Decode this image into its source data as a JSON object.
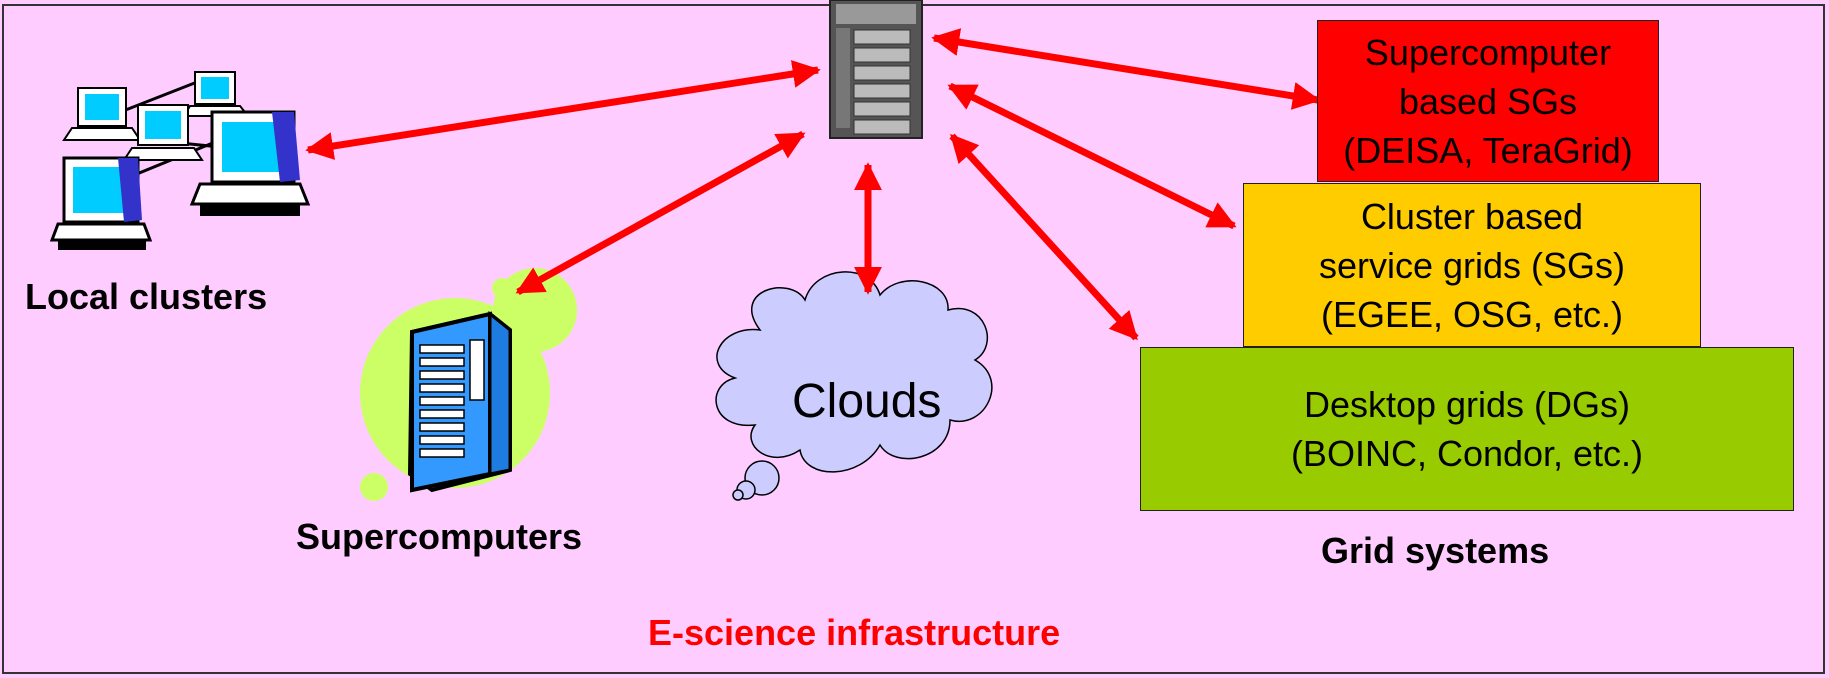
{
  "nodes": {
    "local_clusters": "Local clusters",
    "supercomputers": "Supercomputers",
    "clouds": "Clouds",
    "grid_systems": "Grid systems"
  },
  "grid_boxes": {
    "supercomputer_sgs": [
      "Supercomputer",
      "based SGs",
      "(DEISA, TeraGrid)"
    ],
    "cluster_sgs": [
      "Cluster based",
      "service grids (SGs)",
      "(EGEE, OSG, etc.)"
    ],
    "desktop_grids": [
      "Desktop grids (DGs)",
      "(BOINC, Condor, etc.)"
    ]
  },
  "footer": "E-science infrastructure",
  "colors": {
    "background": "#ffccff",
    "arrow": "#ff0000",
    "supercomputer_box": "#ff0000",
    "cluster_box": "#ffcc00",
    "desktop_box": "#99cc00",
    "footer_text": "#ff0000",
    "cloud_fill": "#ccccff"
  },
  "icons": [
    "central-server-icon",
    "computer-network-icon",
    "supercomputer-rack-icon",
    "cloud-icon"
  ]
}
